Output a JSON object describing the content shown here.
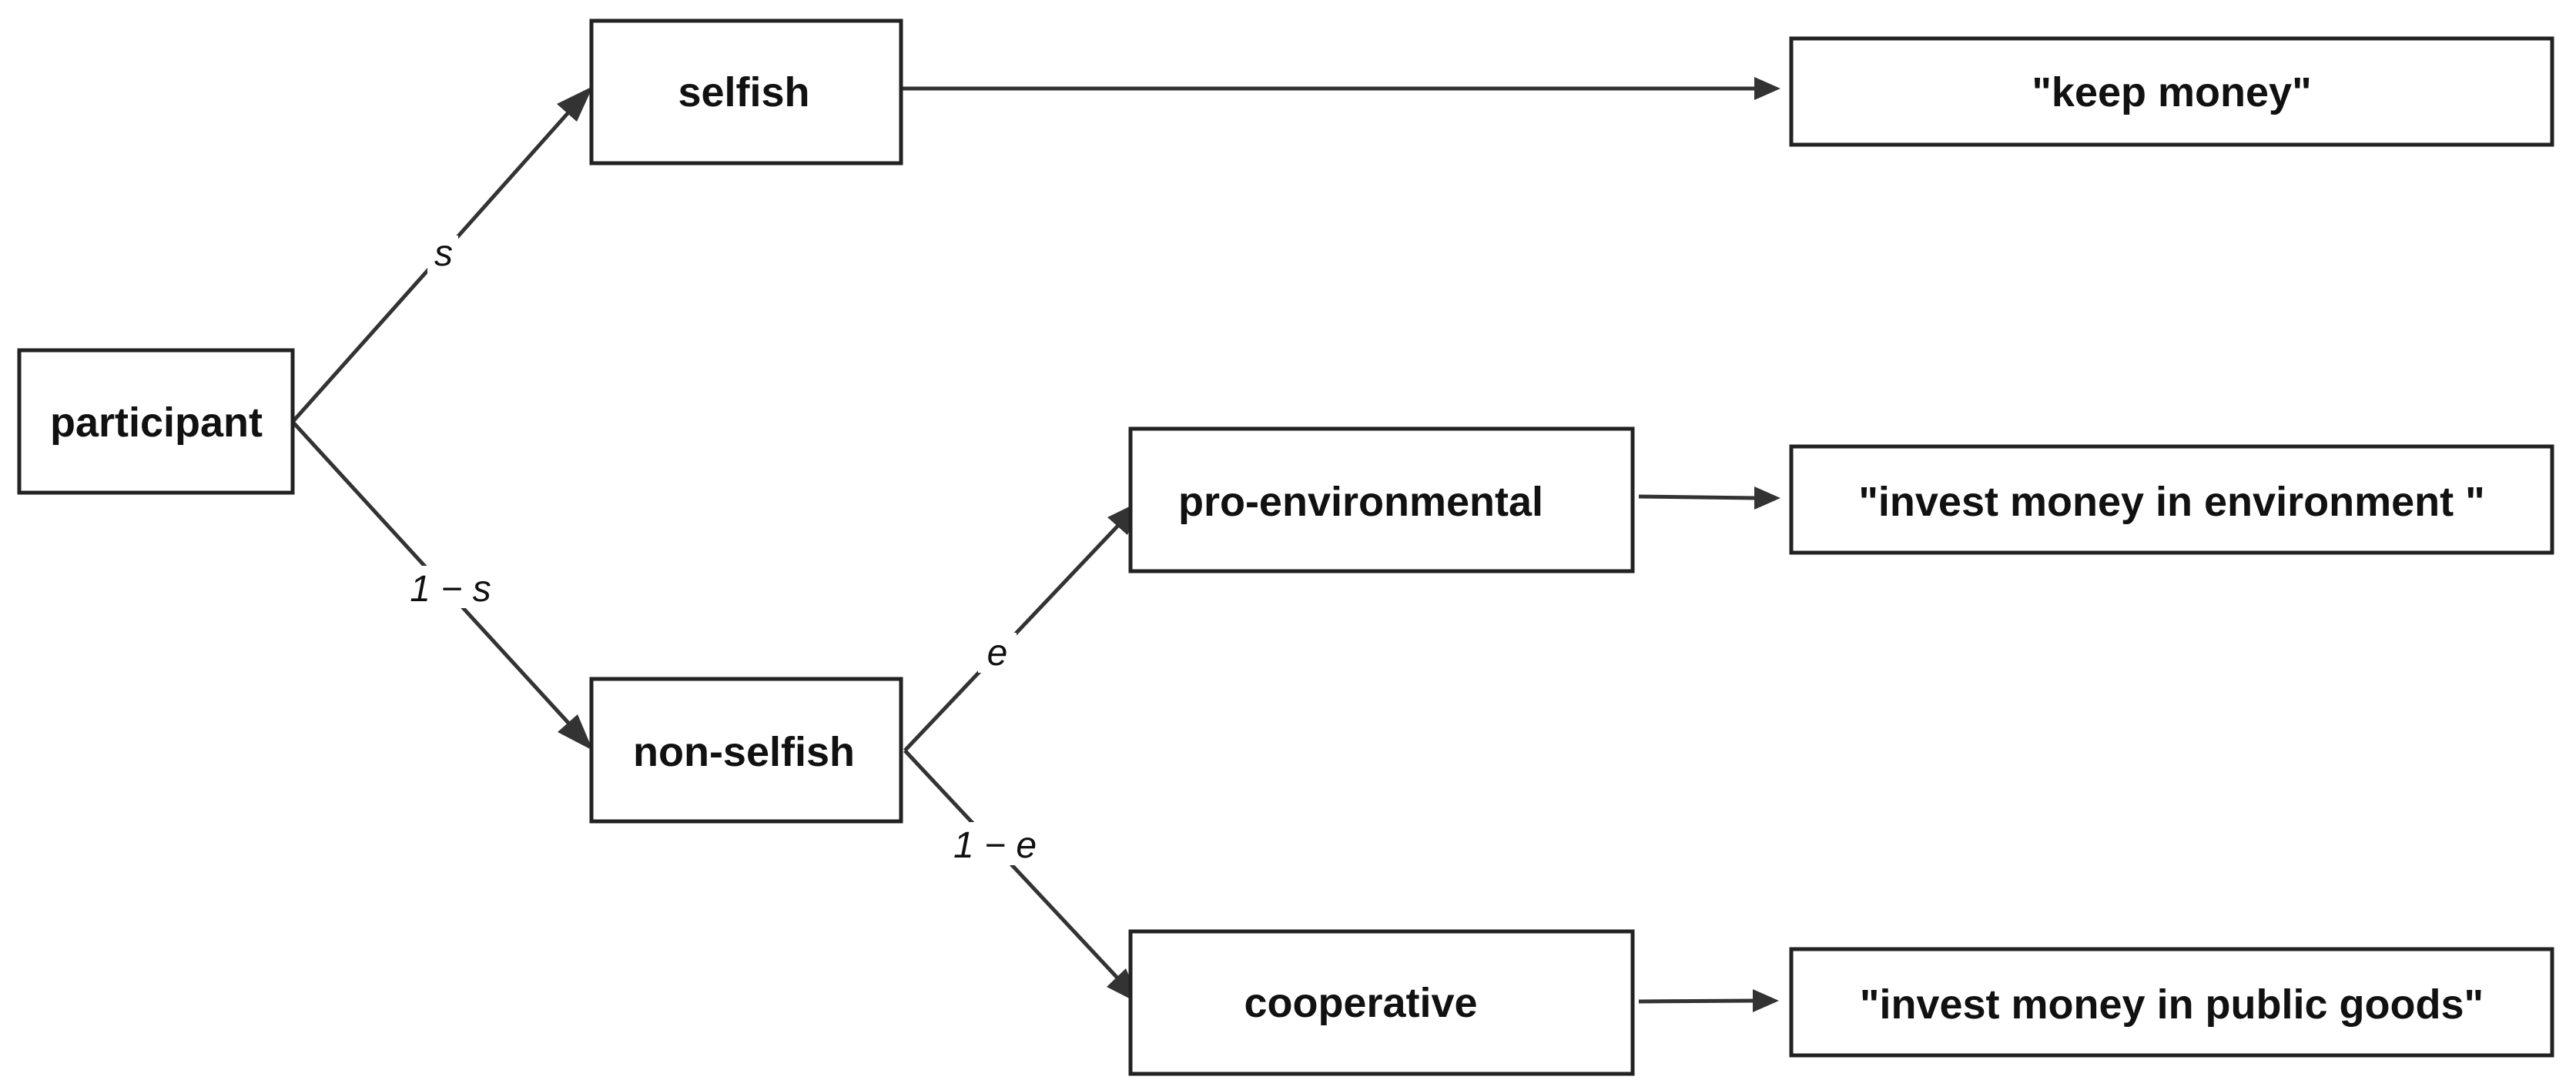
{
  "nodes": {
    "participant": "participant",
    "selfish": "selfish",
    "non_selfish": "non-selfish",
    "pro_environmental": "pro-environmental",
    "cooperative": "cooperative",
    "keep_money": "\"keep money\"",
    "invest_environment": "\"invest money in environment \"",
    "invest_public_goods": "\"invest money in public goods\""
  },
  "edge_labels": {
    "s": "s",
    "one_minus_s": "1 − s",
    "e": "e",
    "one_minus_e": "1 − e"
  },
  "colors": {
    "line": "#333333",
    "box_border": "#222222",
    "text": "#111111",
    "background": "#ffffff"
  }
}
